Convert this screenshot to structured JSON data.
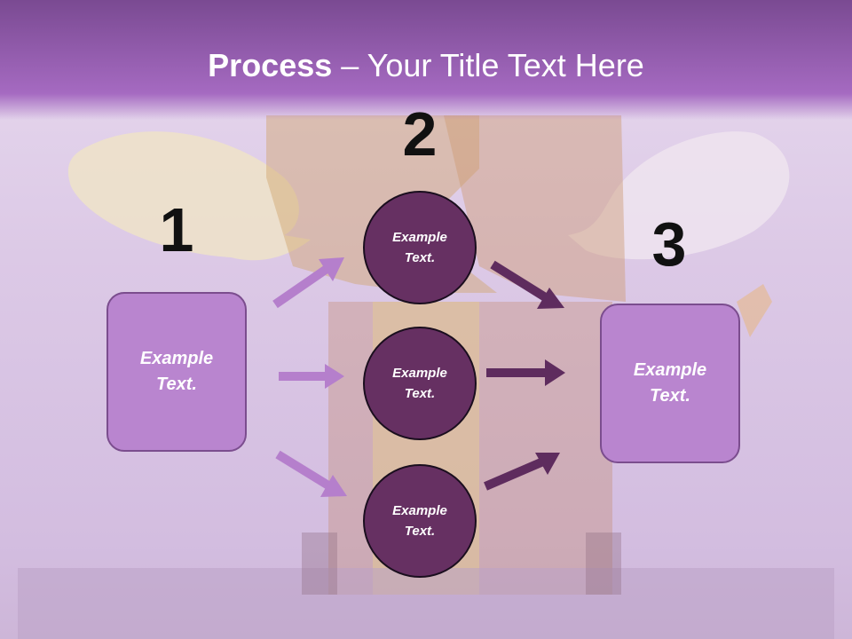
{
  "title": {
    "bold": "Process",
    "rest": " – Your Title Text Here"
  },
  "numbers": [
    "1",
    "2",
    "3"
  ],
  "left_box": {
    "text": "Example\nText."
  },
  "circles": [
    {
      "text": "Example\nText."
    },
    {
      "text": "Example\nText."
    },
    {
      "text": "Example\nText."
    }
  ],
  "right_box": {
    "text": "Example\nText."
  },
  "colors": {
    "title_bar": "#a56ac1",
    "box_fill": "#b985cf",
    "circle_fill": "#663062",
    "light_arrow": "#b57fcc",
    "dark_arrow": "#5e2c5e"
  }
}
